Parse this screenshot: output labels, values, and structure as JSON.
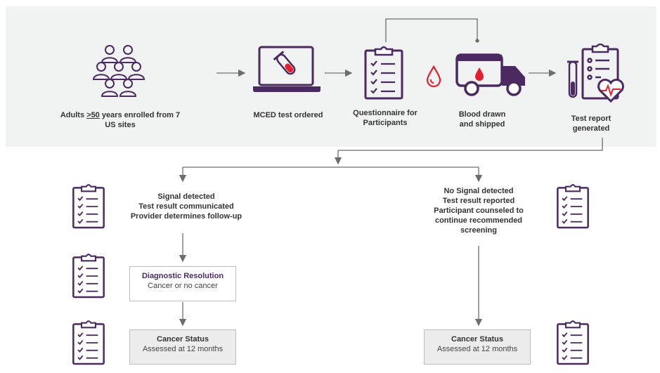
{
  "top_flow": {
    "participants": {
      "prefix": "Adults ",
      "age": ">50",
      "suffix": " years enrolled from 7",
      "line2": "US sites",
      "icon": "people-group-icon"
    },
    "test_ordered": {
      "label": "MCED test ordered",
      "icon": "laptop-test-tube-icon"
    },
    "questionnaire": {
      "line1": "Questionnaire for",
      "line2": "Participants",
      "icon": "clipboard-checklist-icon"
    },
    "blood": {
      "line1": "Blood drawn",
      "line2": "and shipped",
      "icon": "truck-blood-drop-icon"
    },
    "report": {
      "line1": "Test report",
      "line2": "generated",
      "icon": "report-heart-icon"
    }
  },
  "signal": {
    "line1": "Signal detected",
    "line2": "Test result communicated",
    "line3": "Provider determines follow-up",
    "diagnostic": {
      "title": "Diagnostic Resolution",
      "subtitle": "Cancer or no cancer"
    },
    "status": {
      "title": "Cancer Status",
      "subtitle": "Assessed at 12 months"
    }
  },
  "no_signal": {
    "line1": "No Signal detected",
    "line2": "Test result reported",
    "line3": "Participant counseled to",
    "line4": "continue recommended",
    "line5": "screening",
    "status": {
      "title": "Cancer Status",
      "subtitle": "Assessed at 12 months"
    }
  },
  "colors": {
    "purple": "#4a2a61",
    "red": "#e4202e",
    "band": "#f1f2f2",
    "arrow": "#6d6d6d"
  }
}
